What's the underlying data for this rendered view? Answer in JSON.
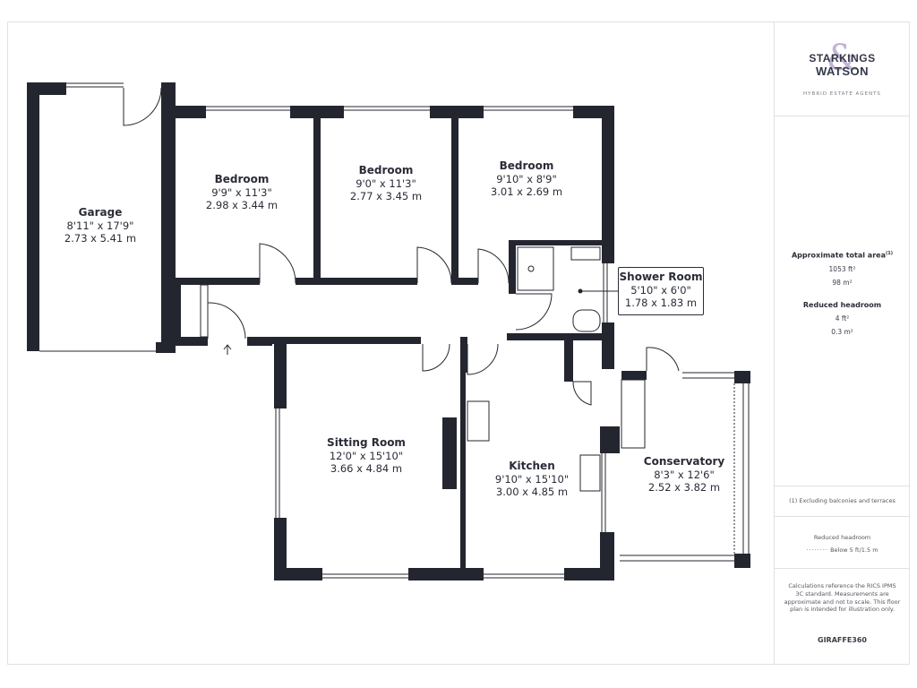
{
  "rooms": {
    "garage": {
      "name": "Garage",
      "imperial": "8'11\" x 17'9\"",
      "metric": "2.73 x 5.41 m"
    },
    "bedroom1": {
      "name": "Bedroom",
      "imperial": "9'9\" x 11'3\"",
      "metric": "2.98 x 3.44 m"
    },
    "bedroom2": {
      "name": "Bedroom",
      "imperial": "9'0\" x 11'3\"",
      "metric": "2.77 x 3.45 m"
    },
    "bedroom3": {
      "name": "Bedroom",
      "imperial": "9'10\" x 8'9\"",
      "metric": "3.01 x 2.69 m"
    },
    "shower": {
      "name": "Shower Room",
      "imperial": "5'10\" x 6'0\"",
      "metric": "1.78 x 1.83 m"
    },
    "sitting": {
      "name": "Sitting Room",
      "imperial": "12'0\" x 15'10\"",
      "metric": "3.66 x 4.84 m"
    },
    "kitchen": {
      "name": "Kitchen",
      "imperial": "9'10\" x 15'10\"",
      "metric": "3.00 x 4.85 m"
    },
    "conservatory": {
      "name": "Conservatory",
      "imperial": "8'3\" x 12'6\"",
      "metric": "2.52 x 3.82 m"
    }
  },
  "panel": {
    "brand_line1": "STARKINGS",
    "brand_ampersand": "&",
    "brand_line2": "WATSON",
    "brand_tagline": "HYBRID ESTATE AGENTS",
    "area_title": "Approximate total area",
    "area_note_mark": "(1)",
    "area_ft": "1053 ft²",
    "area_m": "98 m²",
    "reduced_title": "Reduced headroom",
    "reduced_ft": "4 ft²",
    "reduced_m": "0.3 m²",
    "footnote": "(1) Excluding balconies and terraces",
    "legend_title": "Reduced headroom",
    "legend_text": "Below 5 ft/1.5 m",
    "disclaimer": "Calculations reference the RICS IPMS 3C standard. Measurements are approximate and not to scale. This floor plan is intended for illustration only.",
    "giraffe": "GIRAFFE360"
  },
  "colors": {
    "wall": "#24262f",
    "text": "#2a2c38",
    "border": "#e1e1e4"
  }
}
